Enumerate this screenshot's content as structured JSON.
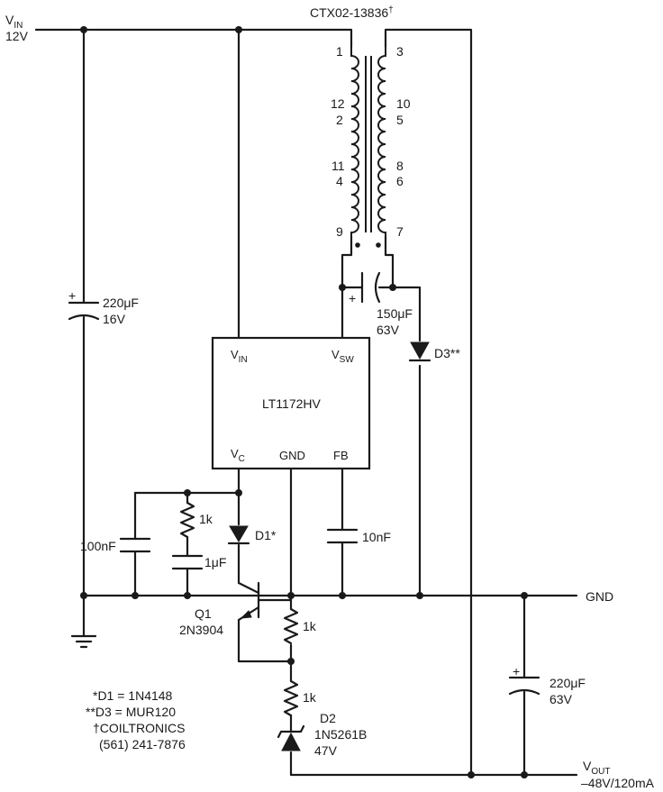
{
  "vin": {
    "label": "V",
    "sub": "IN",
    "voltage": "12V"
  },
  "transformer": {
    "part": "CTX02-13836",
    "mark": "†",
    "pins_left": [
      "1",
      "12",
      "2",
      "11",
      "4",
      "9"
    ],
    "pins_right": [
      "3",
      "10",
      "5",
      "8",
      "6",
      "7"
    ]
  },
  "cap_in": {
    "value": "220μF",
    "rating": "16V"
  },
  "cap_coupling": {
    "value": "150μF",
    "rating": "63V"
  },
  "d3": {
    "label": "D3**"
  },
  "ic": {
    "name": "LT1172HV",
    "vin": "V",
    "vin_sub": "IN",
    "vsw": "V",
    "vsw_sub": "SW",
    "vc": "V",
    "vc_sub": "C",
    "gnd": "GND",
    "fb": "FB"
  },
  "c100n": {
    "value": "100nF"
  },
  "r1k_top": {
    "value": "1k"
  },
  "c1u": {
    "value": "1μF"
  },
  "d1": {
    "label": "D1*"
  },
  "c10n": {
    "value": "10nF"
  },
  "gnd": {
    "label": "GND"
  },
  "q1": {
    "ref": "Q1",
    "part": "2N3904"
  },
  "r1k_a": {
    "value": "1k"
  },
  "r1k_b": {
    "value": "1k"
  },
  "d2": {
    "ref": "D2",
    "part": "1N5261B",
    "voltage": "47V"
  },
  "cap_out": {
    "value": "220μF",
    "rating": "63V"
  },
  "vout": {
    "label": "V",
    "sub": "OUT",
    "spec": "–48V/120mA"
  },
  "notes": [
    "*D1 = 1N4148",
    "**D3 = MUR120",
    "†COILTRONICS",
    "(561) 241-7876"
  ],
  "plus": "+"
}
